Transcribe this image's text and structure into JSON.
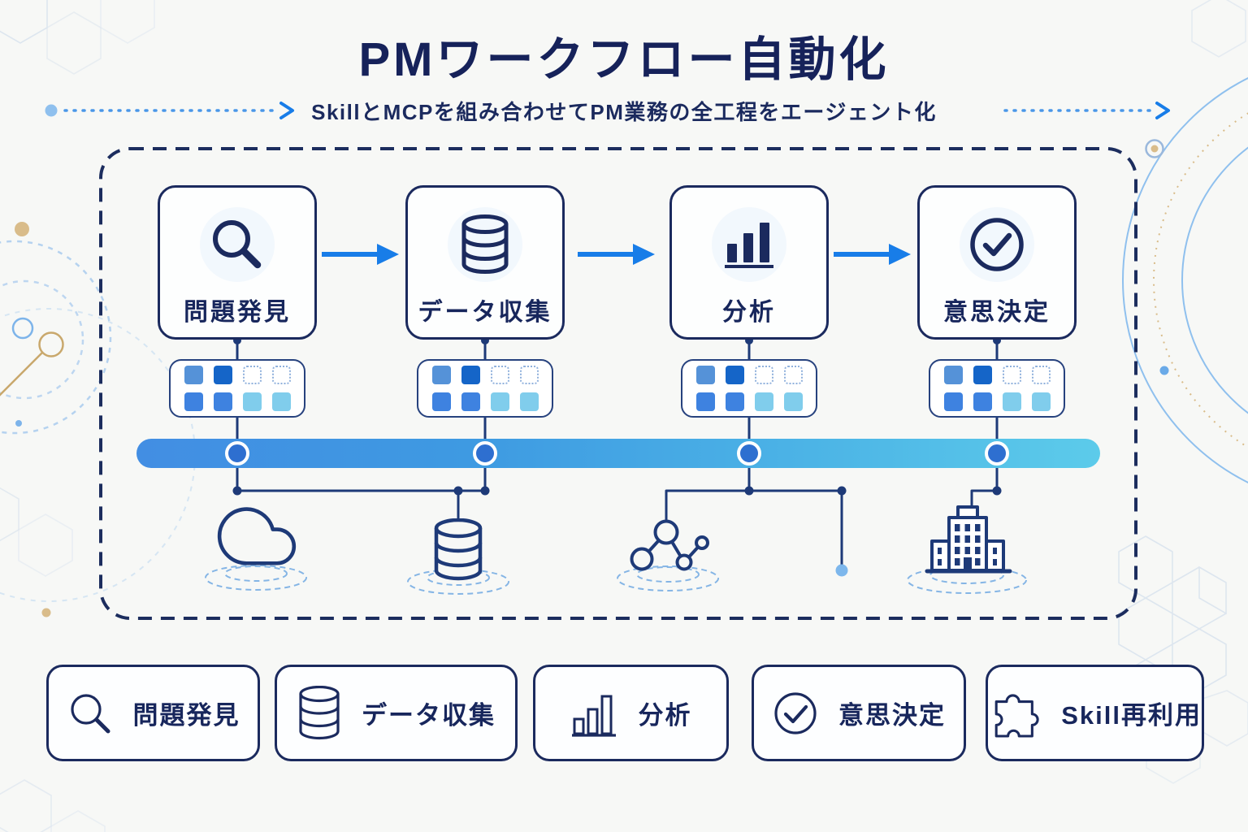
{
  "header": {
    "title": "PMワークフロー自動化",
    "subtitle": "SkillとMCPを組み合わせてPM業務の全工程をエージェント化"
  },
  "workflow": {
    "steps": [
      {
        "label": "問題発見",
        "icon": "search-icon"
      },
      {
        "label": "データ収集",
        "icon": "database-icon"
      },
      {
        "label": "分析",
        "icon": "bar-chart-icon"
      },
      {
        "label": "意思決定",
        "icon": "check-circle-icon"
      }
    ],
    "skill_grid": {
      "pattern": [
        "filled-medium",
        "filled-dark",
        "empty-dashed",
        "empty-dashed",
        "filled-blue",
        "filled-blue",
        "filled-light",
        "filled-light"
      ],
      "colors": {
        "filled-medium": "#5592d8",
        "filled-dark": "#1565c8",
        "filled-blue": "#3e82e0",
        "filled-light": "#80cdec",
        "empty-dashed": "transparent"
      }
    },
    "integration_icons": [
      "cloud-icon",
      "database-icon",
      "network-icon",
      "building-icon"
    ]
  },
  "legend": {
    "items": [
      {
        "label": "問題発見",
        "icon": "search-icon"
      },
      {
        "label": "データ収集",
        "icon": "database-icon"
      },
      {
        "label": "分析",
        "icon": "bar-chart-icon"
      },
      {
        "label": "意思決定",
        "icon": "check-circle-icon"
      },
      {
        "label": "Skill再利用",
        "icon": "puzzle-icon"
      }
    ]
  },
  "colors": {
    "navy": "#1b2a5e",
    "connector": "#1e3a78",
    "arrow_blue": "#187de8",
    "bar_gradient_start": "#428ee3",
    "bar_gradient_end": "#5ccbea",
    "node_fill": "#2e6fd0",
    "ripple_blue": "#5f9fe0",
    "accent_tan": "#d9bc8a",
    "background": "#f7f8f6"
  }
}
